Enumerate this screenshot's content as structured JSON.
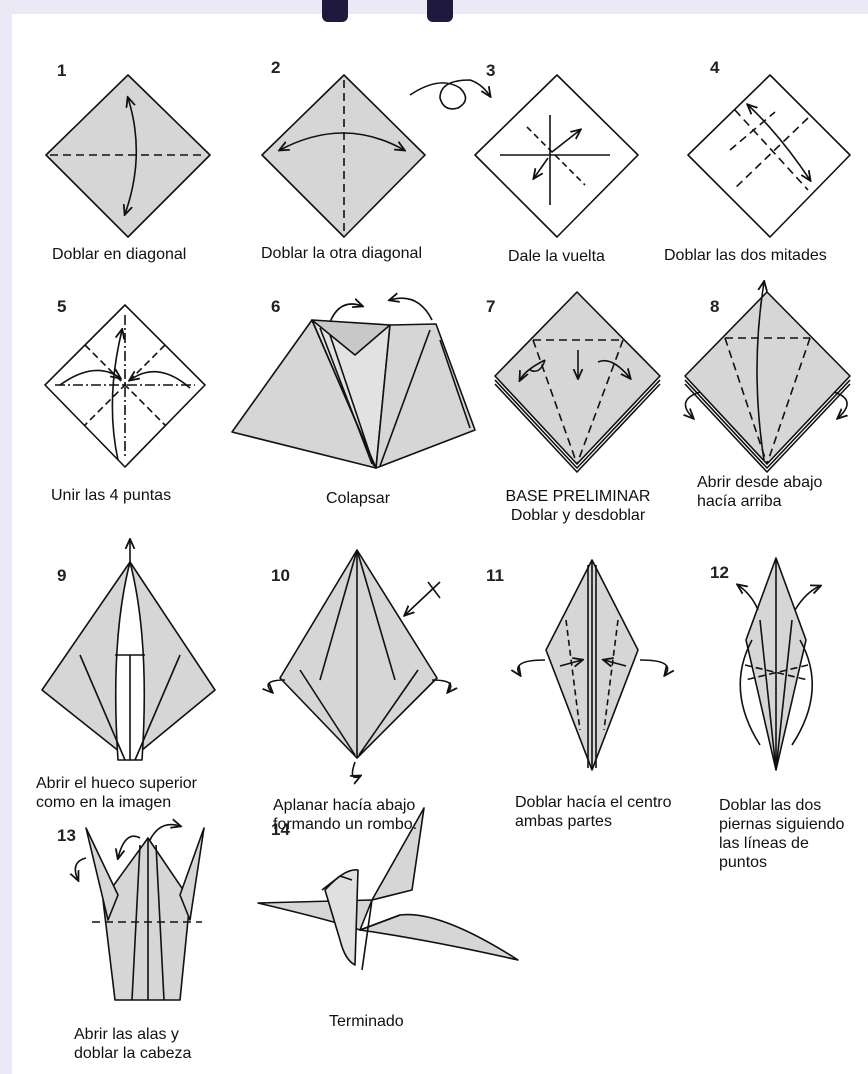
{
  "steps": [
    {
      "num": "1",
      "caption": "Doblar en diagonal"
    },
    {
      "num": "2",
      "caption": "Doblar la otra diagonal"
    },
    {
      "num": "3",
      "caption": "Dale la vuelta"
    },
    {
      "num": "4",
      "caption": "Doblar las dos mitades"
    },
    {
      "num": "5",
      "caption": "Unir las 4 puntas"
    },
    {
      "num": "6",
      "caption": "Colapsar"
    },
    {
      "num": "7",
      "caption": "BASE PRELIMINAR",
      "caption2": "Doblar y desdoblar"
    },
    {
      "num": "8",
      "caption": "Abrir desde abajo",
      "caption2": "hacía arriba"
    },
    {
      "num": "9",
      "caption": "Abrir el hueco superior",
      "caption2": "como en la imagen"
    },
    {
      "num": "10",
      "caption": "Aplanar hacía abajo",
      "caption2": "formando un rombo."
    },
    {
      "num": "11",
      "caption": "Doblar hacía el centro",
      "caption2": "ambas partes"
    },
    {
      "num": "12",
      "caption": "Doblar las dos",
      "caption2": "piernas siguiendo",
      "caption3": "las líneas de",
      "caption4": "puntos"
    },
    {
      "num": "13",
      "caption": "Abrir las alas y",
      "caption2": "doblar la cabeza"
    },
    {
      "num": "14",
      "caption": "Terminado"
    }
  ],
  "colors": {
    "paper": "#d6d6d6",
    "line": "#111111",
    "page_bg": "#ece9f6",
    "top_bars": "#1f1a3d"
  }
}
